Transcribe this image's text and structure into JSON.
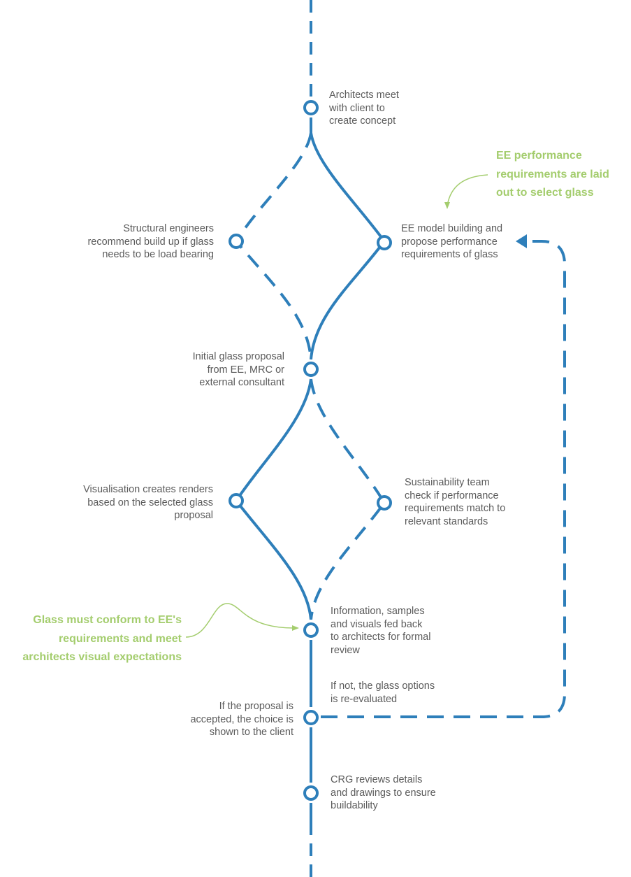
{
  "colors": {
    "line": "#2e7fba",
    "node_fill": "#ffffff",
    "step_text": "#5b5b5b",
    "note": "#a4cd6e"
  },
  "steps": {
    "architects_meet": "Architects meet\nwith client to\ncreate concept",
    "structural_engineers": "Structural engineers\nrecommend build up if glass\nneeds to be load bearing",
    "ee_model": "EE model building and\npropose performance\nrequirements of glass",
    "initial_proposal": "Initial glass proposal\nfrom EE, MRC or\nexternal consultant",
    "visualisation": "Visualisation creates renders\nbased on the selected glass\nproposal",
    "sustainability": "Sustainability team\ncheck if performance\nrequirements match to\nrelevant standards",
    "information_fed_back": "Information, samples\nand visuals fed back\nto architects for formal\nreview",
    "if_not": "If not, the glass options\nis re-evaluated",
    "if_accepted": "If the proposal is\naccepted, the choice is\nshown to the client",
    "crg_reviews": "CRG reviews details\nand drawings to ensure\nbuildability"
  },
  "notes": {
    "ee_performance": "EE performance\nrequirements are laid\nout to select glass",
    "glass_must_conform": "Glass must conform to EE's\nrequirements and meet\narchitects visual expectations"
  }
}
